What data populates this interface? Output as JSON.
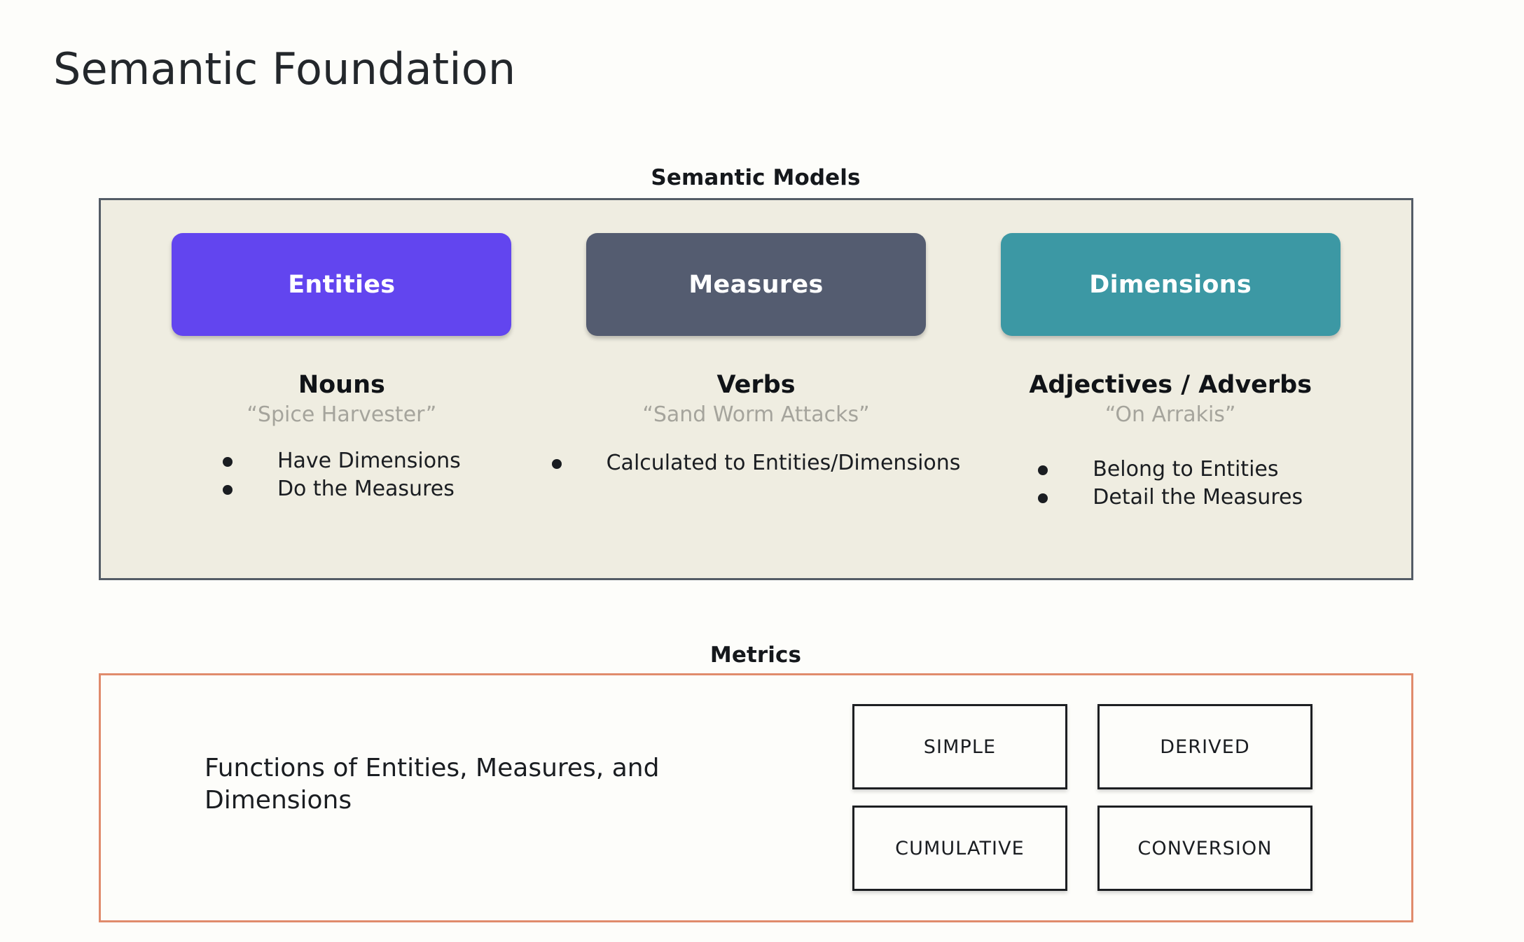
{
  "slide": {
    "title": "Semantic Foundation",
    "background_color": "#fdfdfa"
  },
  "semantic_models": {
    "heading": "Semantic Models",
    "panel_background": "#efede1",
    "panel_border_color": "#545c66",
    "columns": [
      {
        "pill_label": "Entities",
        "pill_color": "#6245ef",
        "part_of_speech": "Nouns",
        "example": "“Spice Harvester”",
        "bullets": [
          "Have Dimensions",
          "Do the Measures"
        ]
      },
      {
        "pill_label": "Measures",
        "pill_color": "#545c70",
        "part_of_speech": "Verbs",
        "example": "“Sand Worm Attacks”",
        "bullets": [
          "Calculated to Entities/Dimensions"
        ]
      },
      {
        "pill_label": "Dimensions",
        "pill_color": "#3c98a4",
        "part_of_speech": "Adjectives / Adverbs",
        "example": "“On Arrakis”",
        "bullets": [
          "Belong to Entities",
          "Detail the Measures"
        ]
      }
    ]
  },
  "metrics": {
    "heading": "Metrics",
    "panel_border_color": "#e08b6c",
    "description": "Functions of Entities, Measures, and Dimensions",
    "types": [
      "SIMPLE",
      "DERIVED",
      "CUMULATIVE",
      "CONVERSION"
    ]
  }
}
